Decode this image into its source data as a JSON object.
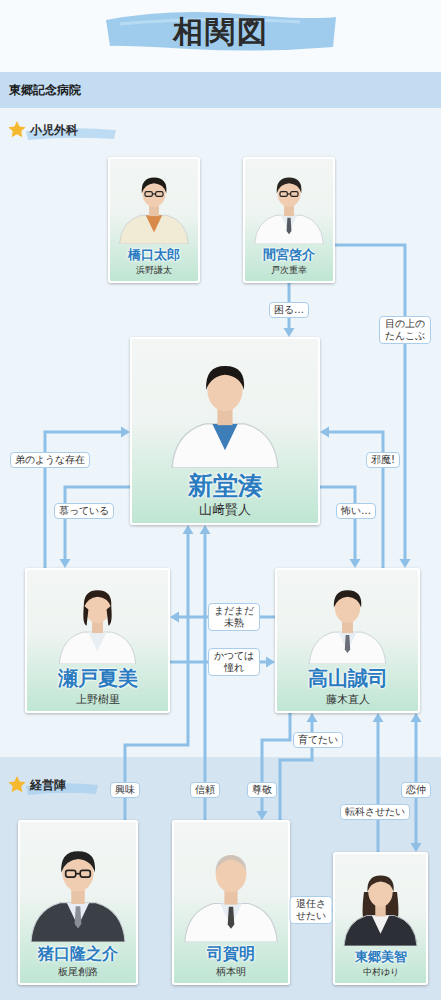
{
  "diagram": {
    "title": "相関図",
    "nodes": [
      {
        "text": [
          "東郷記念病院"
        ]
      },
      {
        "text": [
          "小児外科"
        ],
        "in": 0
      },
      {
        "text": [
          "経営陣"
        ],
        "in": 0
      },
      {
        "text": [
          "橋口太郎",
          "浜野謙太"
        ],
        "in": 1
      },
      {
        "text": [
          "間宮啓介",
          "戸次重幸"
        ],
        "in": 1
      },
      {
        "text": [
          "新堂湊",
          "山﨑賢人"
        ],
        "in": 1
      },
      {
        "text": [
          "瀬戸夏美",
          "上野樹里"
        ],
        "in": 1
      },
      {
        "text": [
          "高山誠司",
          "藤木直人"
        ],
        "in": 1
      },
      {
        "text": [
          "猪口隆之介",
          "板尾創路"
        ],
        "in": 2
      },
      {
        "text": [
          "司賀明",
          "柄本明"
        ],
        "in": 2
      },
      {
        "text": [
          "東郷美智",
          "中村ゆり"
        ],
        "in": 2
      }
    ],
    "edges": [
      {
        "from": 4,
        "to": 5,
        "label": "困る…",
        "arrow": "to"
      },
      {
        "from": 4,
        "to": 7,
        "label": "目の上のたんこぶ",
        "arrow": "to"
      },
      {
        "from": 6,
        "to": 5,
        "label": "弟のような存在",
        "arrow": "to"
      },
      {
        "from": 5,
        "to": 6,
        "label": "慕っている",
        "arrow": "to"
      },
      {
        "from": 7,
        "to": 5,
        "label": "邪魔!",
        "arrow": "to"
      },
      {
        "from": 5,
        "to": 7,
        "label": "怖い…",
        "arrow": "to"
      },
      {
        "from": 7,
        "to": 6,
        "label": "まだまだ未熟",
        "arrow": "to"
      },
      {
        "from": 6,
        "to": 7,
        "label": "かつては憧れ",
        "arrow": "to"
      },
      {
        "from": 8,
        "to": 5,
        "label": "興味",
        "arrow": "to"
      },
      {
        "from": 9,
        "to": 5,
        "label": "信頼",
        "arrow": "to"
      },
      {
        "from": 7,
        "to": 9,
        "label": "尊敬",
        "arrow": "to"
      },
      {
        "from": 9,
        "to": 7,
        "label": "育てたい",
        "arrow": "to"
      },
      {
        "from": 10,
        "to": 7,
        "label": "転科させたい",
        "arrow": "to"
      },
      {
        "from": 7,
        "to": 10,
        "label": "恋仲",
        "arrow": "both"
      },
      {
        "from": 10,
        "to": 9,
        "label": "退任させたい",
        "arrow": "to"
      }
    ]
  }
}
